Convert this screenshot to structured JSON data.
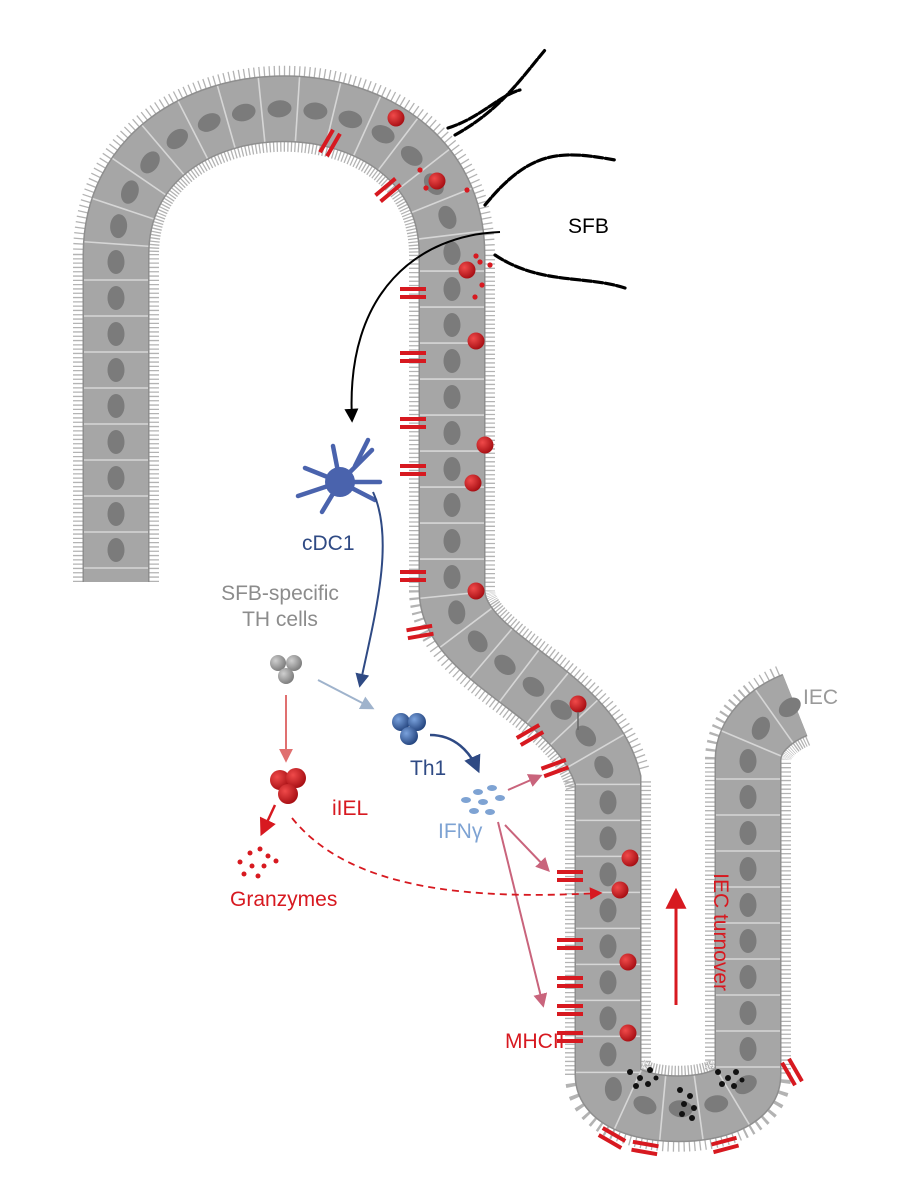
{
  "labels": {
    "sfb": "SFB",
    "cdc1": "cDC1",
    "sfb_specific": "SFB-specific",
    "th_cells": "TH cells",
    "th1": "Th1",
    "iiel": "iIEL",
    "ifng": "IFNγ",
    "granzymes": "Granzymes",
    "mhcii": "MHCII",
    "iec": "IEC",
    "iec_turnover": "IEC turnover"
  },
  "colors": {
    "epithelium": "#a6a6a6",
    "nucleus": "#7b7b7b",
    "cell_border": "#d6d6d6",
    "red": "#d71920",
    "dark_blue": "#2f4a84",
    "light_blue": "#7ea3d3",
    "grey_text": "#8c8c8c",
    "black": "#000000"
  },
  "icons": [
    "sfb-filament-icon",
    "dendritic-cell-icon",
    "t-cell-cluster-icon",
    "mhcii-receptor-icon",
    "granule-icon"
  ]
}
